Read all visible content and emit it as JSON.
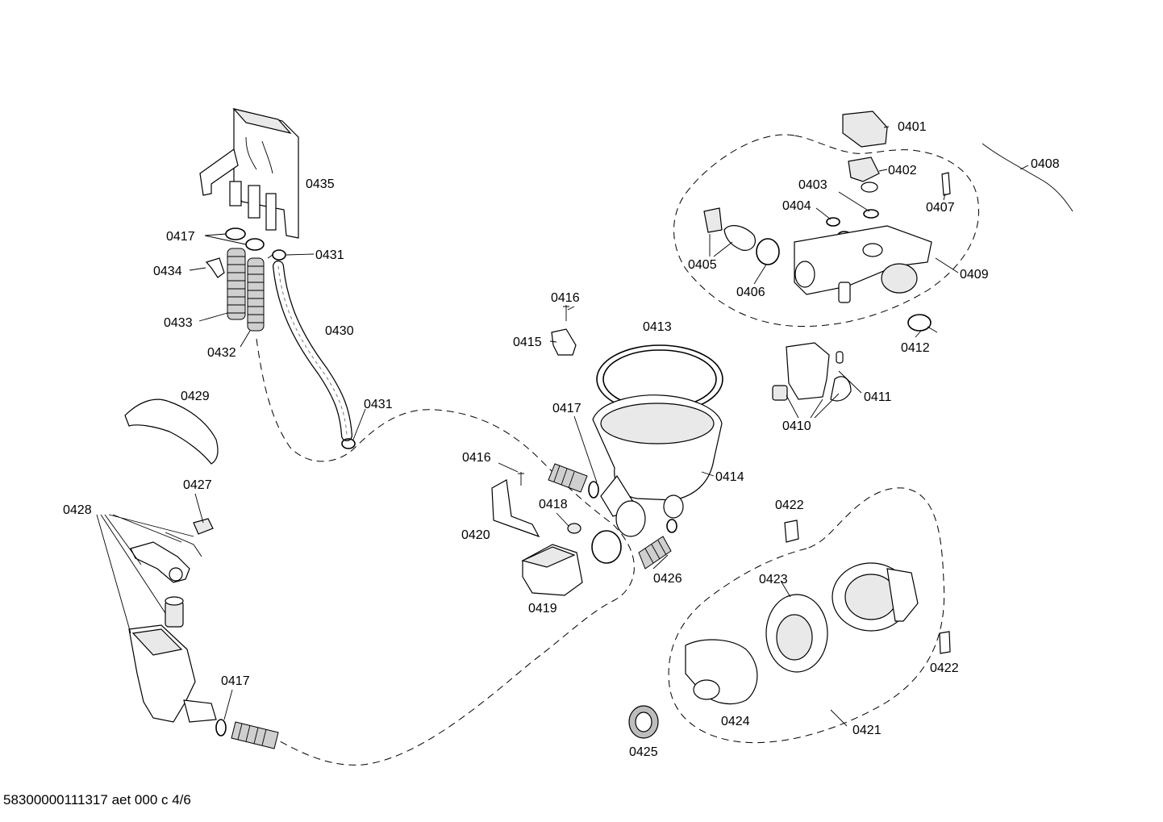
{
  "diagram": {
    "footer": "58300000111317 aet 000 c 4/6",
    "labels": {
      "p0401": "0401",
      "p0402": "0402",
      "p0403": "0403",
      "p0404": "0404",
      "p0405": "0405",
      "p0406": "0406",
      "p0407": "0407",
      "p0408": "0408",
      "p0409": "0409",
      "p0410": "0410",
      "p0411": "0411",
      "p0412": "0412",
      "p0413": "0413",
      "p0414": "0414",
      "p0415": "0415",
      "p0416a": "0416",
      "p0416b": "0416",
      "p0417a": "0417",
      "p0417b": "0417",
      "p0417c": "0417",
      "p0418": "0418",
      "p0419": "0419",
      "p0420": "0420",
      "p0421": "0421",
      "p0422a": "0422",
      "p0422b": "0422",
      "p0423": "0423",
      "p0424": "0424",
      "p0425": "0425",
      "p0426": "0426",
      "p0427": "0427",
      "p0428": "0428",
      "p0429": "0429",
      "p0430": "0430",
      "p0431a": "0431",
      "p0431b": "0431",
      "p0432": "0432",
      "p0433": "0433",
      "p0434": "0434",
      "p0435": "0435"
    }
  }
}
